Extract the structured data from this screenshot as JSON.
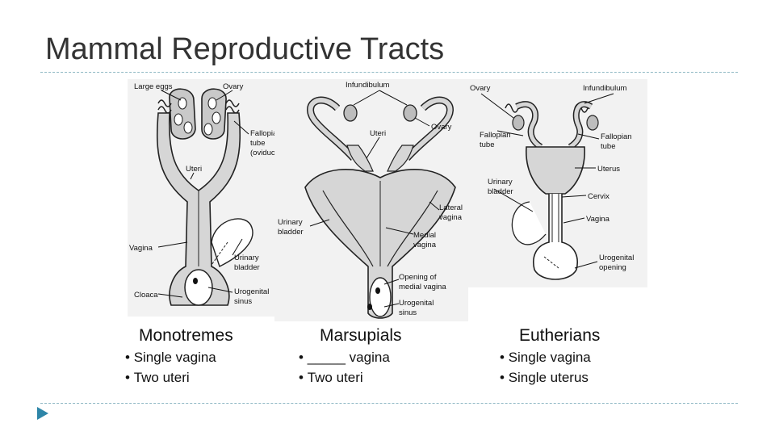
{
  "title": "Mammal Reproductive Tracts",
  "panels": [
    {
      "name": "Monotremes",
      "bullets": [
        "Single vagina",
        "Two uteri"
      ],
      "labels": {
        "large_eggs": "Large eggs",
        "ovary": "Ovary",
        "fallopian_1": "Fallopian",
        "fallopian_2": "tube",
        "fallopian_3": "(oviduct)",
        "uteri": "Uteri",
        "vagina": "Vagina",
        "urinary_1": "Urinary",
        "urinary_2": "bladder",
        "cloaca": "Cloaca",
        "urogenital_1": "Urogenital",
        "urogenital_2": "sinus"
      }
    },
    {
      "name": "Marsupials",
      "bullets": [
        "_____ vagina",
        "Two uteri"
      ],
      "labels": {
        "infundibulum": "Infundibulum",
        "uteri": "Uteri",
        "ovary": "Ovary",
        "lateral_1": "Lateral",
        "lateral_2": "vagina",
        "urinary_1": "Urinary",
        "urinary_2": "bladder",
        "medial_1": "Medial",
        "medial_2": "vagina",
        "opening_1": "Opening of",
        "opening_2": "medial vagina",
        "urogenital_1": "Urogenital",
        "urogenital_2": "sinus"
      }
    },
    {
      "name": "Eutherians",
      "bullets": [
        "Single vagina",
        "Single uterus"
      ],
      "labels": {
        "ovary": "Ovary",
        "infundibulum": "Infundibulum",
        "fallopian_l1": "Fallopian",
        "fallopian_l2": "tube",
        "fallopian_r1": "Fallopian",
        "fallopian_r2": "tube",
        "uterus": "Uterus",
        "urinary_1": "Urinary",
        "urinary_2": "bladder",
        "cervix": "Cervix",
        "vagina": "Vagina",
        "urogenital_1": "Urogenital",
        "urogenital_2": "opening"
      }
    }
  ]
}
